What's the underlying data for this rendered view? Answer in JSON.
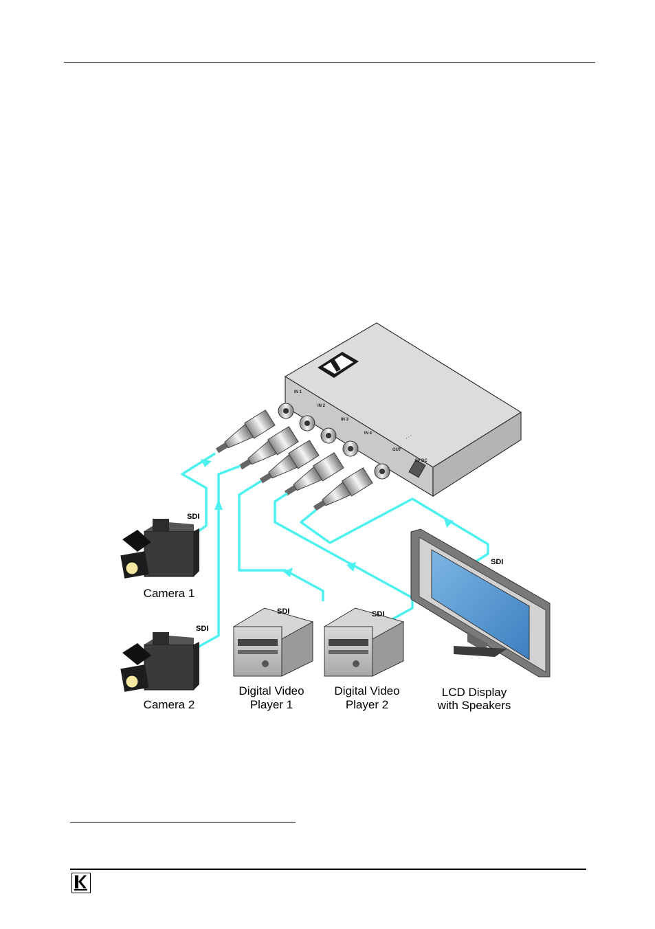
{
  "diagram": {
    "device": {
      "ports": [
        "IN 1",
        "IN 2",
        "IN 3",
        "IN 4",
        "OUT",
        "5V DC"
      ]
    },
    "cable_label": "SDI",
    "devices": {
      "camera1": "Camera 1",
      "camera2": "Camera 2",
      "player1_line1": "Digital Video",
      "player1_line2": "Player 1",
      "player2_line1": "Digital Video",
      "player2_line2": "Player 2",
      "display_line1": "LCD Display",
      "display_line2": "with Speakers"
    }
  },
  "colors": {
    "cable": "#4ef0f0",
    "screen": "#5a9bd0"
  }
}
